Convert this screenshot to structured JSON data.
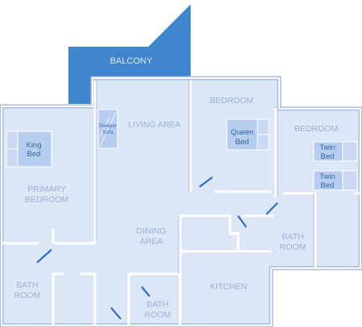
{
  "floorplan": {
    "colors": {
      "floor": "#dbe6f7",
      "wall": "#ffffff",
      "wall_edge": "#a9bfe2",
      "balcony": "#3f86cf",
      "furniture": "#b7cdef",
      "door": "#2f6fbf"
    },
    "rooms": {
      "balcony": "BALCONY",
      "living": "LIVING AREA",
      "bedroom_top": "BEDROOM",
      "bedroom_right": "BEDROOM",
      "primary_line1": "PRIMARY",
      "primary_line2": "BEDROOM",
      "dining_line1": "DINING",
      "dining_line2": "AREA",
      "kitchen": "KITCHEN",
      "bath_left_1": "BATH",
      "bath_left_2": "ROOM",
      "bath_center_1": "BATH",
      "bath_center_2": "ROOM",
      "bath_right_1": "BATH",
      "bath_right_2": "ROOM"
    },
    "furniture": {
      "king_1": "King",
      "king_2": "Bed",
      "queen_1": "Queen",
      "queen_2": "Bed",
      "twin_a_1": "Twin",
      "twin_a_2": "Bed",
      "twin_b_1": "Twin",
      "twin_b_2": "Bed",
      "sofa_1": "Sleeper",
      "sofa_2": "Sofa"
    }
  }
}
